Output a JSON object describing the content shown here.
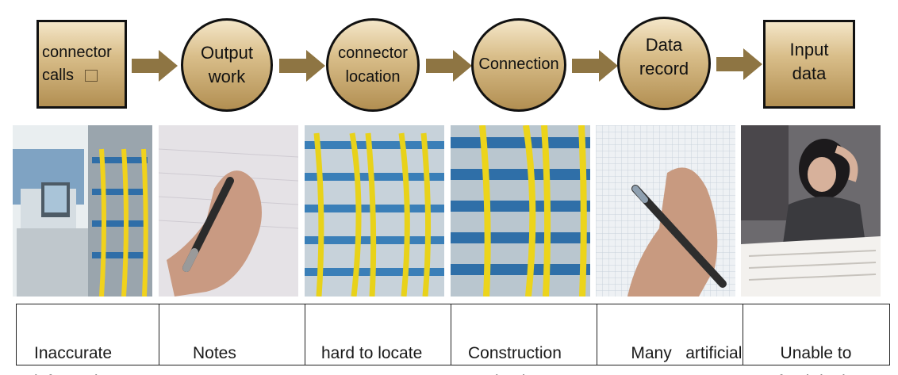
{
  "flow": [
    {
      "line1": "connector",
      "line2": "calls"
    },
    {
      "label": "Output\nwork"
    },
    {
      "label": "connector\nlocation"
    },
    {
      "label": "Connection"
    },
    {
      "label": "Data\nrecord"
    },
    {
      "label": "Input\ndata"
    }
  ],
  "photos": [
    {
      "icon": "office-computer-and-patch-panel"
    },
    {
      "icon": "hand-writing-notes"
    },
    {
      "icon": "fiber-patch-cords"
    },
    {
      "icon": "fiber-patch-cords-closeup"
    },
    {
      "icon": "hand-writing-on-grid-paper"
    },
    {
      "icon": "woman-overwhelmed-by-paperwork"
    }
  ],
  "captions": [
    {
      "text": "Inaccurate\ninformation"
    },
    {
      "text": "Notes"
    },
    {
      "text": "hard to locate"
    },
    {
      "text": "Construction\nuncheck"
    },
    {
      "text": "Many   artificial\nerror"
    },
    {
      "text": "Unable to\nrefresh in time"
    }
  ],
  "colors": {
    "node_fill": "#d9be8a",
    "arrow": "#8e7543",
    "outline": "#111111"
  }
}
